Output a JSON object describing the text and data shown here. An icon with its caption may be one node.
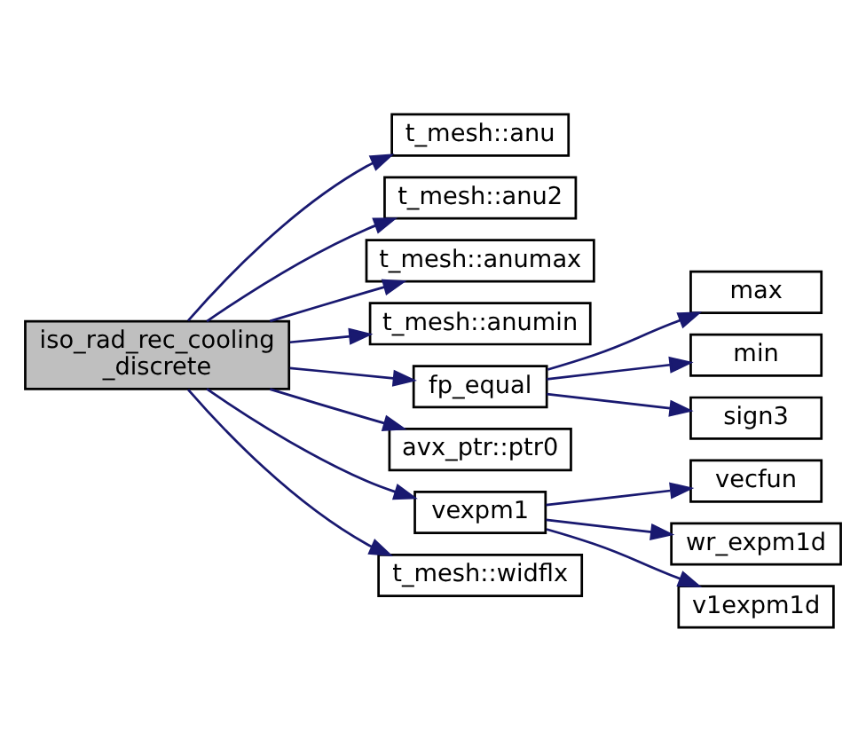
{
  "diagram": {
    "nodes": [
      {
        "text": [
          "iso_rad_rec_cooling _discrete"
        ]
      },
      {
        "text": [
          "t_mesh::anu"
        ]
      },
      {
        "text": [
          "t_mesh::anu2"
        ]
      },
      {
        "text": [
          "t_mesh::anumax"
        ]
      },
      {
        "text": [
          "t_mesh::anumin"
        ]
      },
      {
        "text": [
          "fp_equal"
        ]
      },
      {
        "text": [
          "avx_ptr::ptr0"
        ]
      },
      {
        "text": [
          "vexpm1"
        ]
      },
      {
        "text": [
          "t_mesh::widflx"
        ]
      },
      {
        "text": [
          "max"
        ]
      },
      {
        "text": [
          "min"
        ]
      },
      {
        "text": [
          "sign3"
        ]
      },
      {
        "text": [
          "vecfun"
        ]
      },
      {
        "text": [
          "wr_expm1d"
        ]
      },
      {
        "text": [
          "v1expm1d"
        ]
      }
    ],
    "edges": [
      {
        "from": 0,
        "to": 1,
        "arrow": "to"
      },
      {
        "from": 0,
        "to": 2,
        "arrow": "to"
      },
      {
        "from": 0,
        "to": 3,
        "arrow": "to"
      },
      {
        "from": 0,
        "to": 4,
        "arrow": "to"
      },
      {
        "from": 0,
        "to": 5,
        "arrow": "to"
      },
      {
        "from": 0,
        "to": 6,
        "arrow": "to"
      },
      {
        "from": 0,
        "to": 7,
        "arrow": "to"
      },
      {
        "from": 0,
        "to": 8,
        "arrow": "to"
      },
      {
        "from": 5,
        "to": 9,
        "arrow": "to"
      },
      {
        "from": 5,
        "to": 10,
        "arrow": "to"
      },
      {
        "from": 5,
        "to": 11,
        "arrow": "to"
      },
      {
        "from": 7,
        "to": 12,
        "arrow": "to"
      },
      {
        "from": 7,
        "to": 13,
        "arrow": "to"
      },
      {
        "from": 7,
        "to": 14,
        "arrow": "to"
      }
    ]
  }
}
